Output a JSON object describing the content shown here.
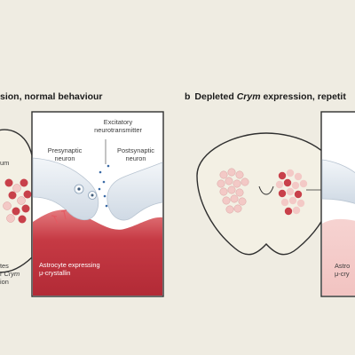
{
  "panel_a": {
    "title_visible": "sion, normal behaviour",
    "label_cortex_fragment": "um",
    "label_astro_fragment_1": "tes",
    "label_astro_fragment_2_prefix": "r",
    "label_astro_fragment_2_gene": "Crym",
    "label_astro_fragment_3": "ion",
    "label_excitatory": "Excitatory\nneurotransmitter",
    "label_presynaptic": "Presynaptic\nneuron",
    "label_postsynaptic": "Postsynaptic\nneuron",
    "label_astrocyte": "Astrocyte expressing\nμ-crystallin"
  },
  "panel_b": {
    "letter": "b",
    "title_prefix": "Depleted ",
    "title_gene": "Crym",
    "title_suffix": " expression, repetit",
    "label_astro_fragment_1": "Astro",
    "label_astro_fragment_2": "μ-cry"
  },
  "colors": {
    "background": "#efece2",
    "astrocyte_red": "#c8404a",
    "astrocyte_pink": "#f3c9c6",
    "neuron_blue": "#dfe6ee",
    "brain_fill": "#f3f0e4"
  }
}
